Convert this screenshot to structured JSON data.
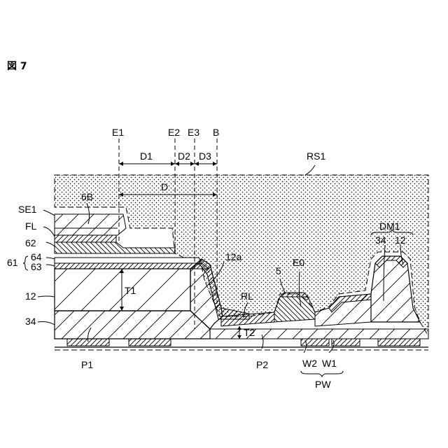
{
  "figure": {
    "title": "図 7"
  },
  "labels": {
    "E1": "E1",
    "E2": "E2",
    "E3": "E3",
    "B": "B",
    "D1": "D1",
    "D2": "D2",
    "D3": "D3",
    "D": "D",
    "RS1": "RS1",
    "6B": "6B",
    "SE1": "SE1",
    "FL": "FL",
    "62": "62",
    "61": "61",
    "64": "64",
    "63": "63",
    "12": "12",
    "34": "34",
    "T1": "T1",
    "12a": "12a",
    "5": "5",
    "E0": "E0",
    "RL": "RL",
    "T2": "T2",
    "DM1": "DM1",
    "DM1_34": "34",
    "DM1_12": "12",
    "P1": "P1",
    "P2": "P2",
    "W2": "W2",
    "W1": "W1",
    "PW": "PW"
  },
  "colors": {
    "line": "#000000",
    "background": "#ffffff",
    "dot": "#000000"
  }
}
